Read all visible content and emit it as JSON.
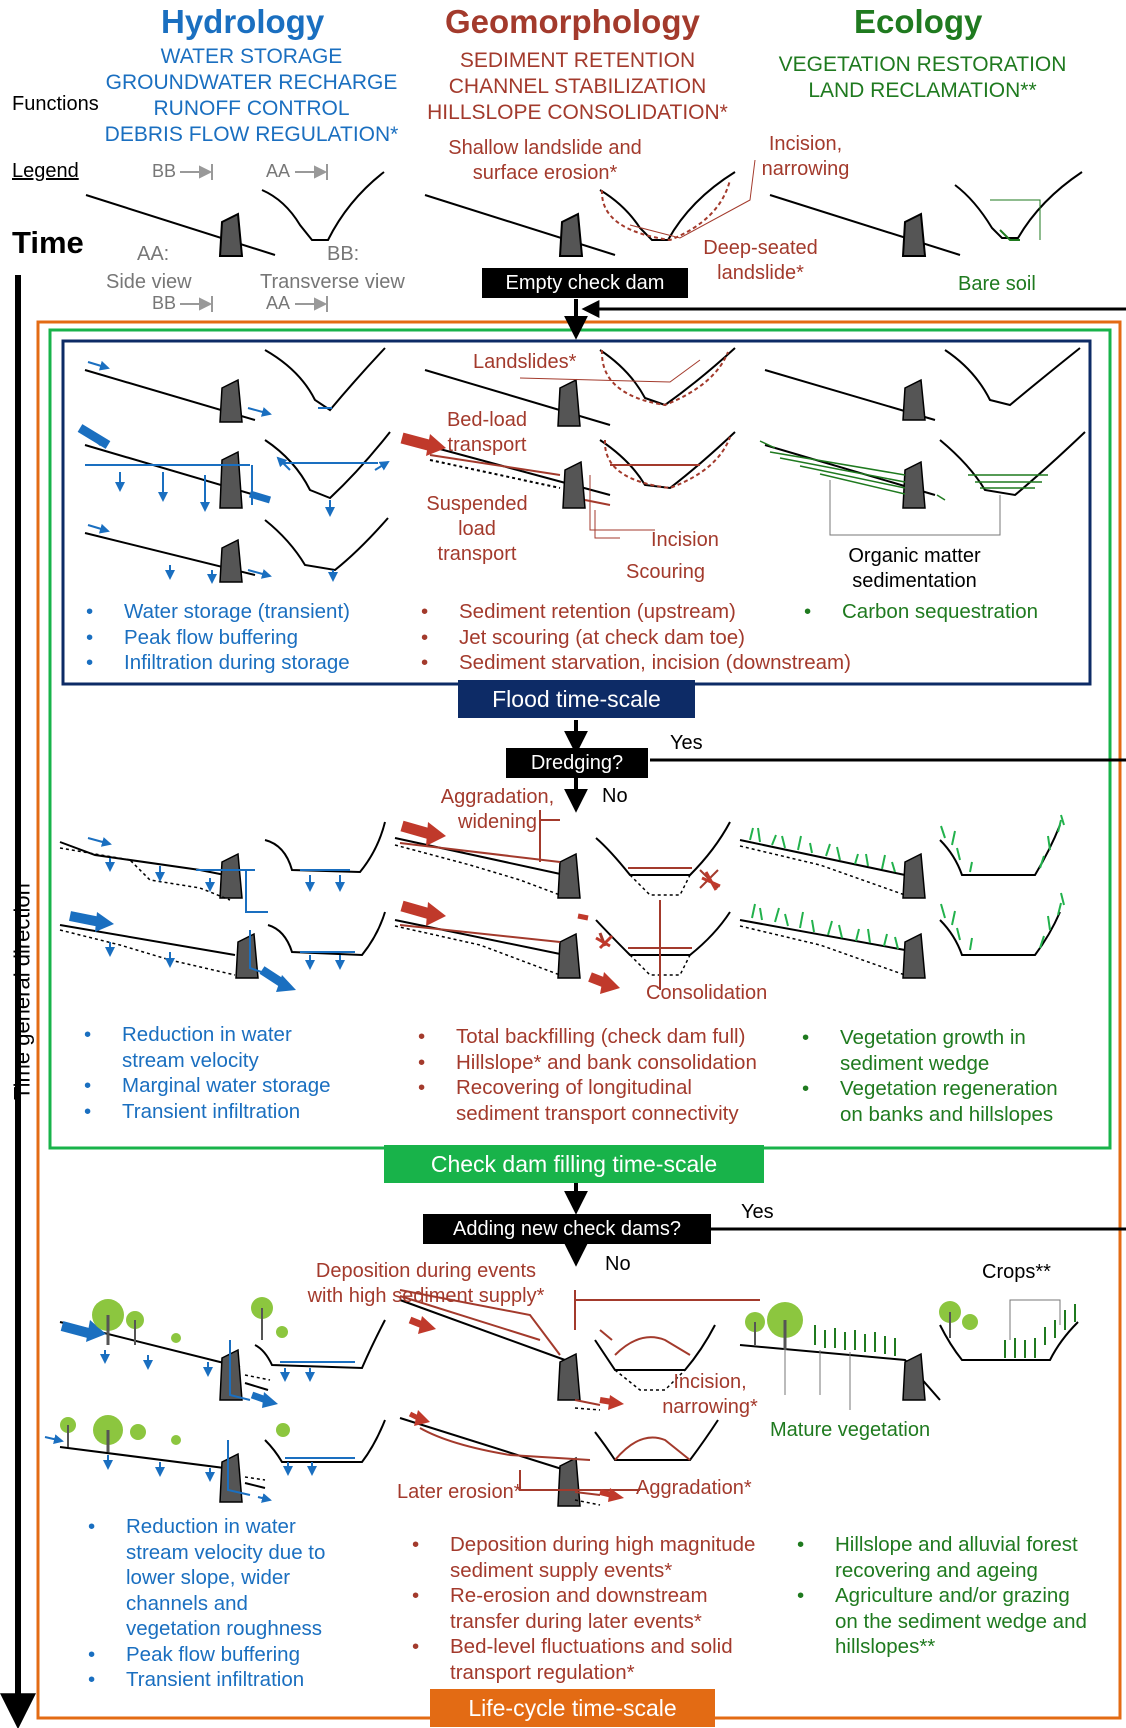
{
  "headers": {
    "hydrology": "Hydrology",
    "geomorphology": "Geomorphology",
    "ecology": "Ecology"
  },
  "functions_label": "Functions",
  "functions": {
    "hydrology": [
      "WATER STORAGE",
      "GROUNDWATER RECHARGE",
      "RUNOFF CONTROL",
      "DEBRIS FLOW REGULATION*"
    ],
    "geomorphology": [
      "SEDIMENT RETENTION",
      "CHANNEL STABILIZATION",
      "HILLSLOPE CONSOLIDATION*"
    ],
    "ecology": [
      "VEGETATION RESTORATION",
      "LAND RECLAMATION**"
    ]
  },
  "legend": {
    "label": "Legend",
    "bb": "BB",
    "aa": "AA",
    "aa_view": "AA:",
    "aa_view2": "Side view",
    "bb_view": "BB:",
    "bb_view2": "Transverse view",
    "shallow": "Shallow landslide and",
    "shallow2": "surface erosion*",
    "incision": "Incision,",
    "incision2": "narrowing",
    "deep": "Deep-seated",
    "deep2": "landslide*",
    "bare_soil": "Bare soil"
  },
  "time_label": "Time",
  "time_axis": "Time general direction",
  "empty_dam": "Empty check dam",
  "flood": {
    "labels": {
      "landslides": "Landslides*",
      "bedload": "Bed-load",
      "bedload2": "transport",
      "suspended": "Suspended",
      "suspended2": "load",
      "suspended3": "transport",
      "incision": "Incision",
      "scouring": "Scouring",
      "organic": "Organic matter",
      "organic2": "sedimentation"
    },
    "hydro": [
      "Water storage (transient)",
      "Peak flow buffering",
      "Infiltration during storage"
    ],
    "geo": [
      "Sediment retention (upstream)",
      "Jet scouring (at check dam toe)",
      "Sediment starvation, incision (downstream)"
    ],
    "eco": [
      "Carbon sequestration"
    ],
    "title": "Flood time-scale"
  },
  "dredging": {
    "question": "Dredging?",
    "yes": "Yes",
    "no": "No"
  },
  "filling": {
    "labels": {
      "aggradation": "Aggradation,",
      "aggradation2": "widening",
      "consolidation": "Consolidation"
    },
    "hydro": [
      "Reduction in water",
      "stream velocity",
      "Marginal water storage",
      "Transient infiltration"
    ],
    "geo": [
      "Total backfilling (check dam full)",
      "Hillslope* and bank consolidation",
      "Recovering of longitudinal",
      "sediment transport connectivity"
    ],
    "eco": [
      "Vegetation growth in",
      "sediment wedge",
      "Vegetation regeneration",
      "on banks and hillslopes"
    ],
    "title": "Check dam filling time-scale"
  },
  "adding": {
    "question": "Adding new check dams?",
    "yes": "Yes",
    "no": "No"
  },
  "lifecycle": {
    "labels": {
      "deposition": "Deposition during events",
      "deposition2": "with high  sediment supply*",
      "incision": "Incision,",
      "incision2": "narrowing*",
      "later": "Later erosion*",
      "aggradation": "Aggradation*",
      "crops": "Crops**",
      "mature": "Mature vegetation"
    },
    "hydro": [
      "Reduction in water",
      "stream velocity due to",
      "lower slope, wider",
      "channels and",
      "vegetation roughness",
      "Peak flow buffering",
      "Transient infiltration"
    ],
    "geo": [
      "Deposition during high magnitude",
      "sediment supply events*",
      "Re-erosion and downstream",
      "transfer during later events*",
      "Bed-level fluctuations and solid",
      "transport regulation*"
    ],
    "eco": [
      "Hillslope and alluvial forest",
      "recovering and ageing",
      "Agriculture and/or grazing",
      "on the sediment wedge and",
      "hillslopes**"
    ],
    "title": "Life-cycle time-scale"
  },
  "colors": {
    "hydro": "#1a6fc0",
    "geo": "#a33a2c",
    "eco": "#1f7a1f",
    "flood": "#0d2b66",
    "filling": "#18b34a",
    "lifecycle": "#e36b14"
  }
}
